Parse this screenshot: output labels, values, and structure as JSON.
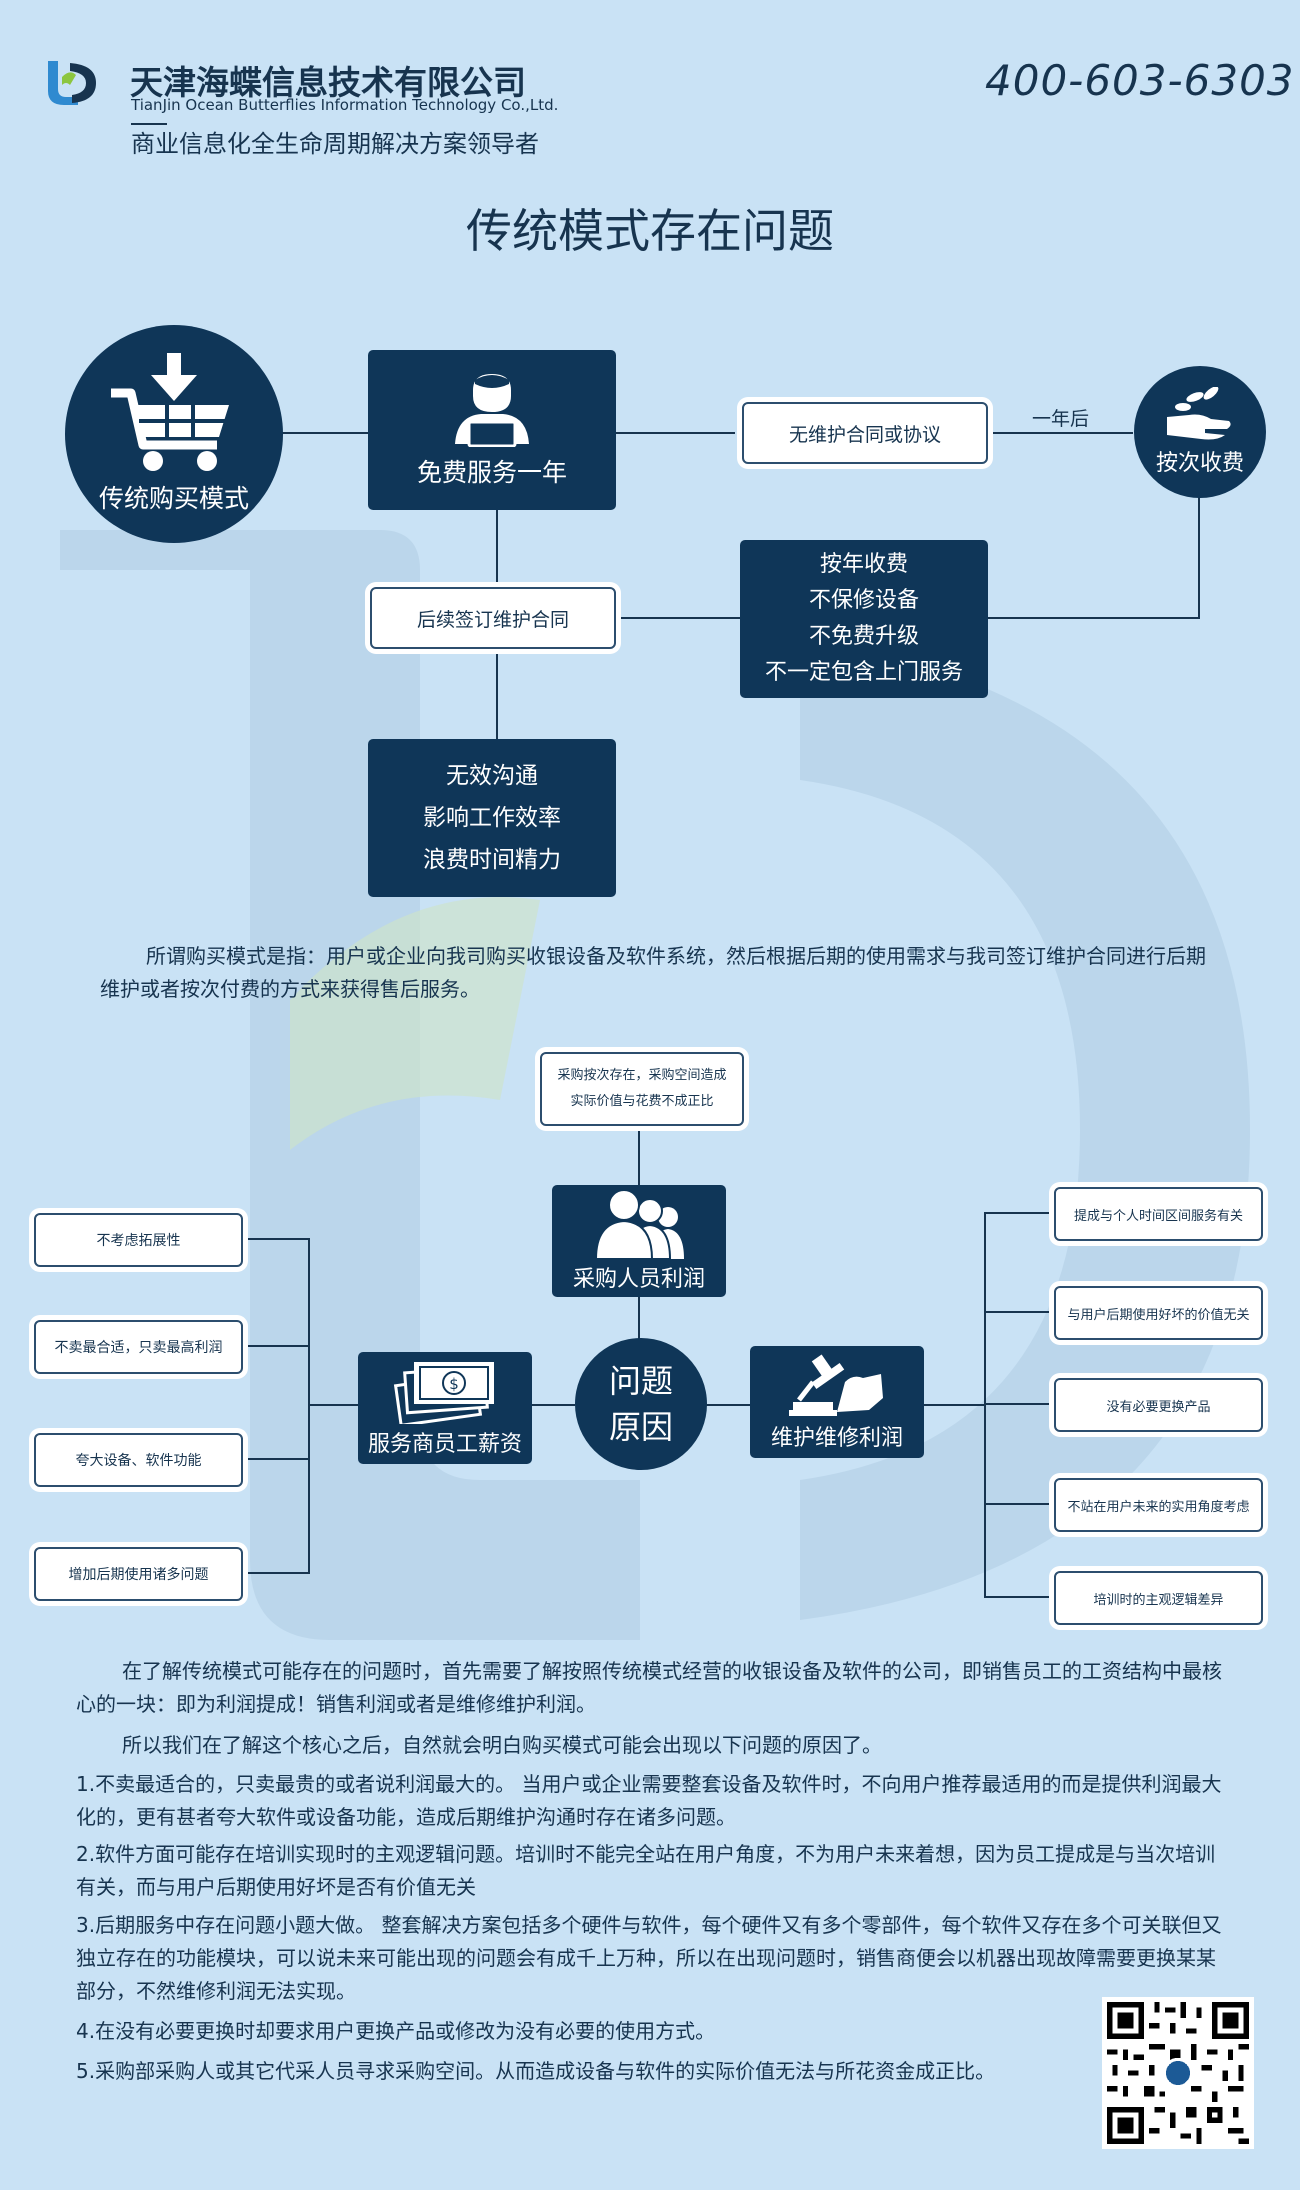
{
  "header": {
    "company_name": "天津海蝶信息技术有限公司",
    "company_name_en": "TianJin Ocean Butterflies Information Technology Co.,Ltd.",
    "tagline": "商业信息化全生命周期解决方案领导者",
    "phone": "400-603-6303"
  },
  "title": "传统模式存在问题",
  "flow": {
    "buy_mode": "传统购买模式",
    "free_service": "免费服务一年",
    "no_contract": "无维护合同或协议",
    "after_year": "一年后",
    "pay_per_use": "按次收费",
    "sign_contract": "后续签订维护合同",
    "annual_terms": [
      "按年收费",
      "不保修设备",
      "不免费升级",
      "不一定包含上门服务"
    ],
    "consequences": [
      "无效沟通",
      "影响工作效率",
      "浪费时间精力"
    ]
  },
  "definition_text": "所谓购买模式是指：用户或企业向我司购买收银设备及软件系统，然后根据后期的使用需求与我司签订维护合同进行后期维护或者按次付费的方式来获得售后服务。",
  "causes": {
    "center": [
      "问题",
      "原因"
    ],
    "procurement": "采购人员利润",
    "procurement_note": [
      "采购按次存在，采购空间造成",
      "实际价值与花费不成正比"
    ],
    "salary": "服务商员工薪资",
    "maintenance": "维护维修利润",
    "left_items": [
      "不考虑拓展性",
      "不卖最合适，只卖最高利润",
      "夸大设备、软件功能",
      "增加后期使用诸多问题"
    ],
    "right_items": [
      "提成与个人时间区间服务有关",
      "与用户后期使用好坏的价值无关",
      "没有必要更换产品",
      "不站在用户未来的实用角度考虑",
      "培训时的主观逻辑差异"
    ]
  },
  "body": {
    "p1": "在了解传统模式可能存在的问题时，首先需要了解按照传统模式经营的收银设备及软件的公司，即销售员工的工资结构中最核心的一块：即为利润提成！销售利润或者是维修维护利润。",
    "p2": "所以我们在了解这个核心之后，自然就会明白购买模式可能会出现以下问题的原因了。",
    "p3": "1.不卖最适合的，只卖最贵的或者说利润最大的。 当用户或企业需要整套设备及软件时，不向用户推荐最适用的而是提供利润最大化的，更有甚者夸大软件或设备功能，造成后期维护沟通时存在诸多问题。",
    "p4": "2.软件方面可能存在培训实现时的主观逻辑问题。培训时不能完全站在用户角度，不为用户未来着想，因为员工提成是与当次培训有关，而与用户后期使用好坏是否有价值无关",
    "p5": "3.后期服务中存在问题小题大做。 整套解决方案包括多个硬件与软件，每个硬件又有多个零部件，每个软件又存在多个可关联但又独立存在的功能模块，可以说未来可能出现的问题会有成千上万种，所以在出现问题时，销售商便会以机器出现故障需要更换某某部分，不然维修利润无法实现。",
    "p6": "4.在没有必要更换时却要求用户更换产品或修改为没有必要的使用方式。",
    "p7": "5.采购部采购人或其它代采人员寻求采购空间。从而造成设备与软件的实际价值无法与所花资金成正比。"
  },
  "colors": {
    "background": "#c9e2f5",
    "dark_navy": "#0f3658",
    "text": "#17344f"
  },
  "icons": [
    "logo-icon",
    "shopping-cart-icon",
    "user-laptop-icon",
    "hand-coins-icon",
    "people-group-icon",
    "money-bills-icon",
    "gavel-hand-icon",
    "qr-code-icon"
  ]
}
